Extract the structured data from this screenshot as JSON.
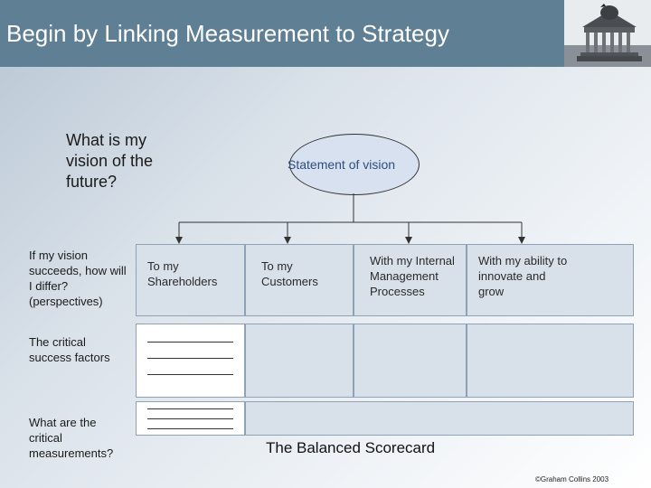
{
  "header": {
    "title": "Begin by Linking Measurement to Strategy"
  },
  "vision": {
    "question": "What is my vision of the future?",
    "statement": "Statement of vision"
  },
  "rows": {
    "perspectives": "If my vision succeeds, how will I differ? (perspectives)",
    "success_factors": "The critical success factors",
    "measurements": "What are the critical measurements?"
  },
  "columns": [
    {
      "label": "To my Shareholders"
    },
    {
      "label": "To my Customers"
    },
    {
      "label": "With my Internal Management Processes"
    },
    {
      "label": "With my ability to innovate and grow"
    }
  ],
  "footer": {
    "caption": "The Balanced Scorecard",
    "copyright": "©Graham Collins 2003"
  },
  "colors": {
    "title_bar": "#5f7f94",
    "oval_fill": "#d7e1f0",
    "cell_fill": "#d8e0e9"
  }
}
